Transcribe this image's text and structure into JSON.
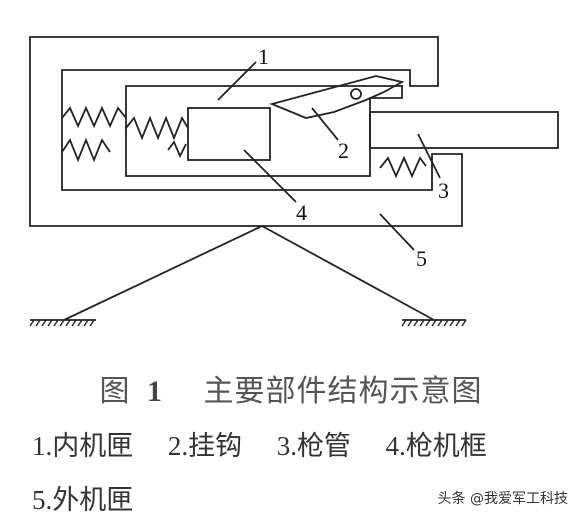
{
  "callouts": [
    "1",
    "2",
    "3",
    "4",
    "5"
  ],
  "caption": {
    "prefix": "图",
    "number": "1",
    "text": "主要部件结构示意图"
  },
  "legend": [
    {
      "num": "1.",
      "name": "内机匣"
    },
    {
      "num": "2.",
      "name": "挂钩"
    },
    {
      "num": "3.",
      "name": "枪管"
    },
    {
      "num": "4.",
      "name": "枪机框"
    },
    {
      "num": "5.",
      "name": "外机匣"
    }
  ],
  "watermark": "头条 @我爱军工科技",
  "colors": {
    "line": "#222222",
    "caption": "#555555",
    "text": "#333333"
  }
}
